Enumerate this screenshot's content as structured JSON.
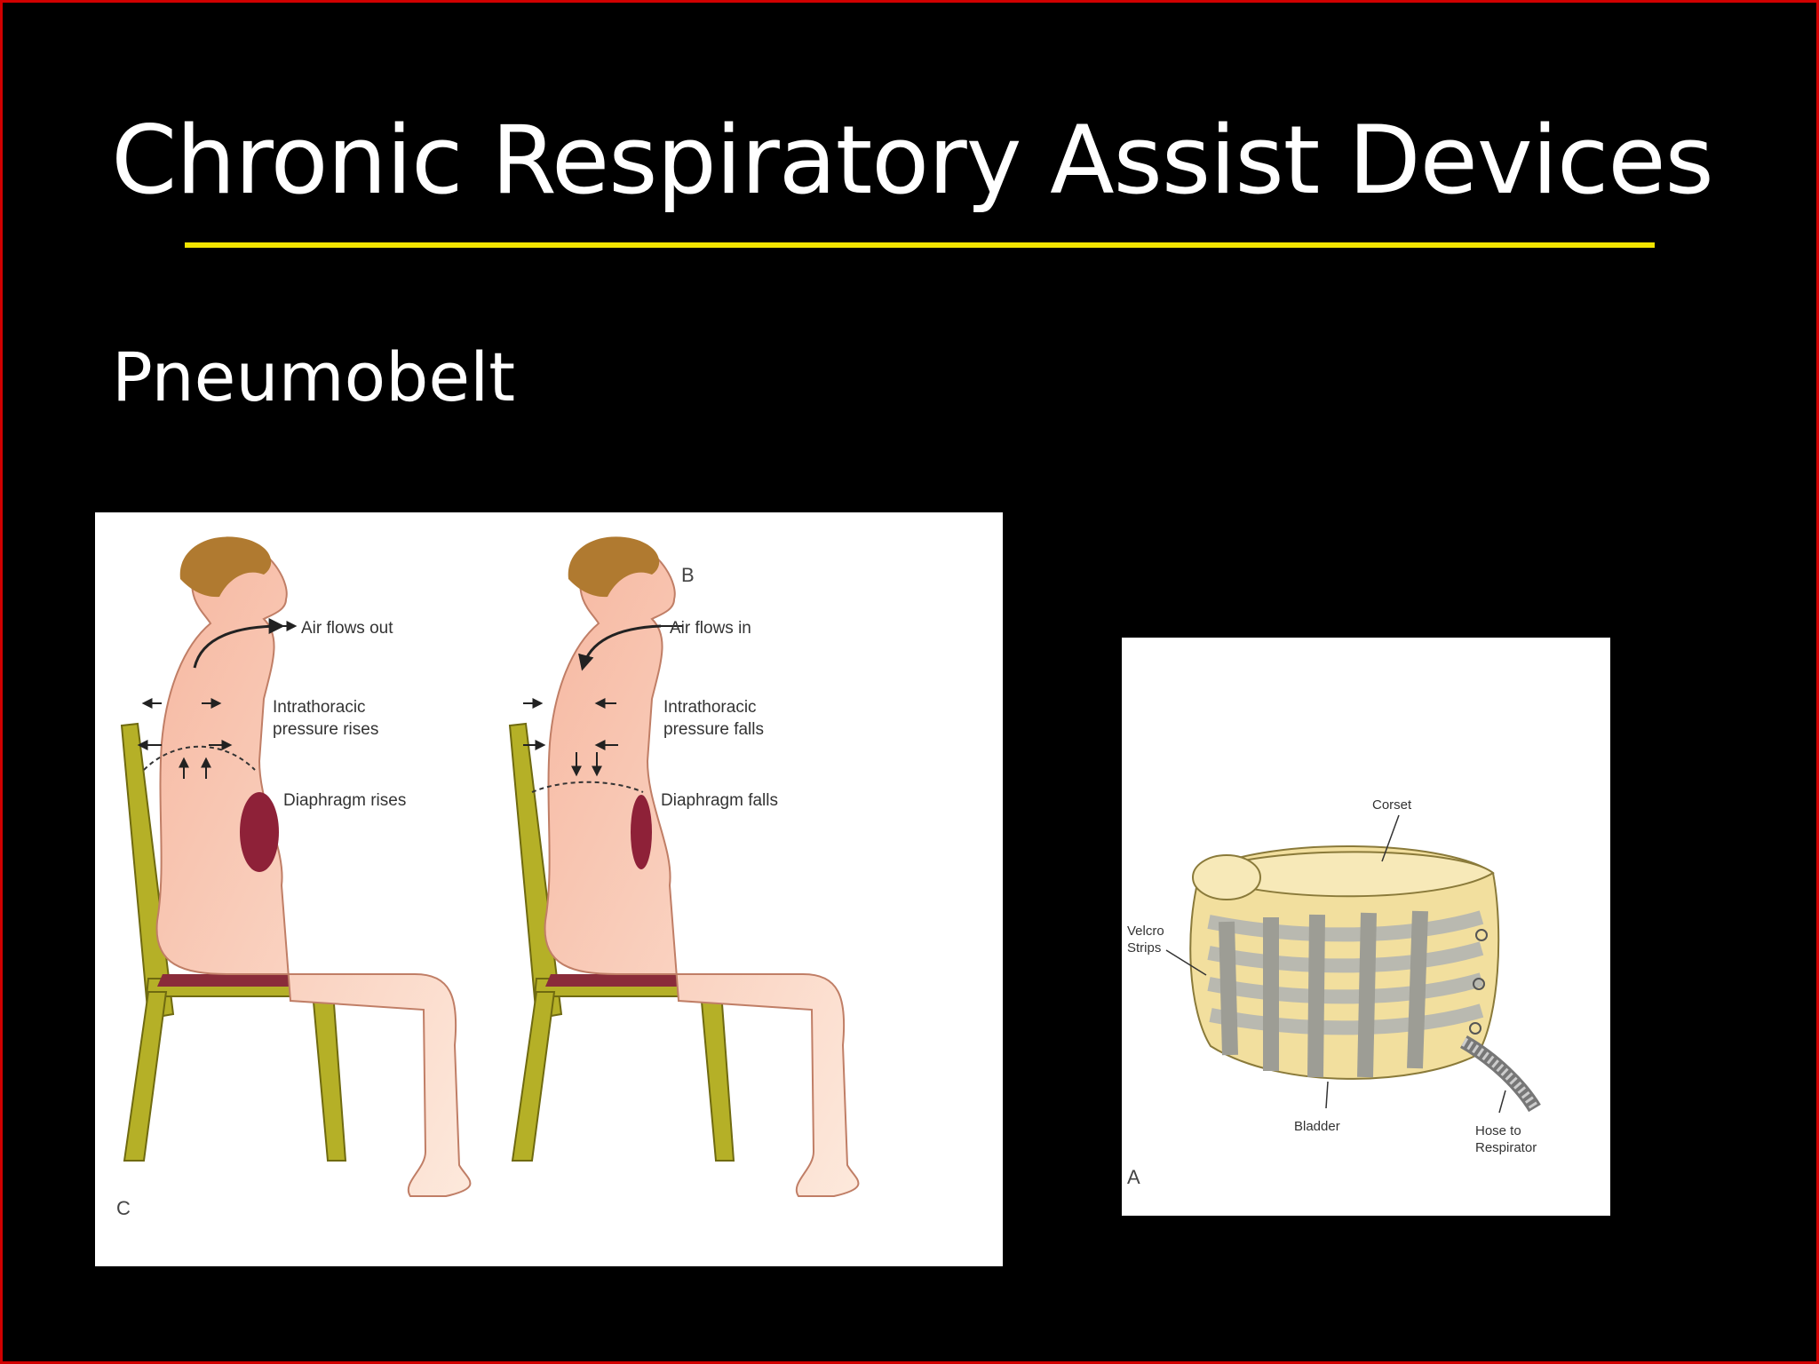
{
  "slide": {
    "title": "Chronic Respiratory Assist Devices",
    "subtitle": "Pneumobelt",
    "border_color": "#d10000",
    "underline_color": "#f2e400"
  },
  "figure_left": {
    "panel_label_b": "B",
    "panel_label_c": "C",
    "exhale": {
      "airflow_label": "Air flows out",
      "pressure_label_line1": "Intrathoracic",
      "pressure_label_line2": "pressure rises",
      "diaphragm_label": "Diaphragm rises"
    },
    "inhale": {
      "airflow_label": "Air flows in",
      "pressure_label_line1": "Intrathoracic",
      "pressure_label_line2": "pressure falls",
      "diaphragm_label": "Diaphragm falls"
    }
  },
  "figure_right": {
    "panel_label": "A",
    "corset_label": "Corset",
    "velcro_label_line1": "Velcro",
    "velcro_label_line2": "Strips",
    "bladder_label": "Bladder",
    "hose_label_line1": "Hose to",
    "hose_label_line2": "Respirator"
  }
}
